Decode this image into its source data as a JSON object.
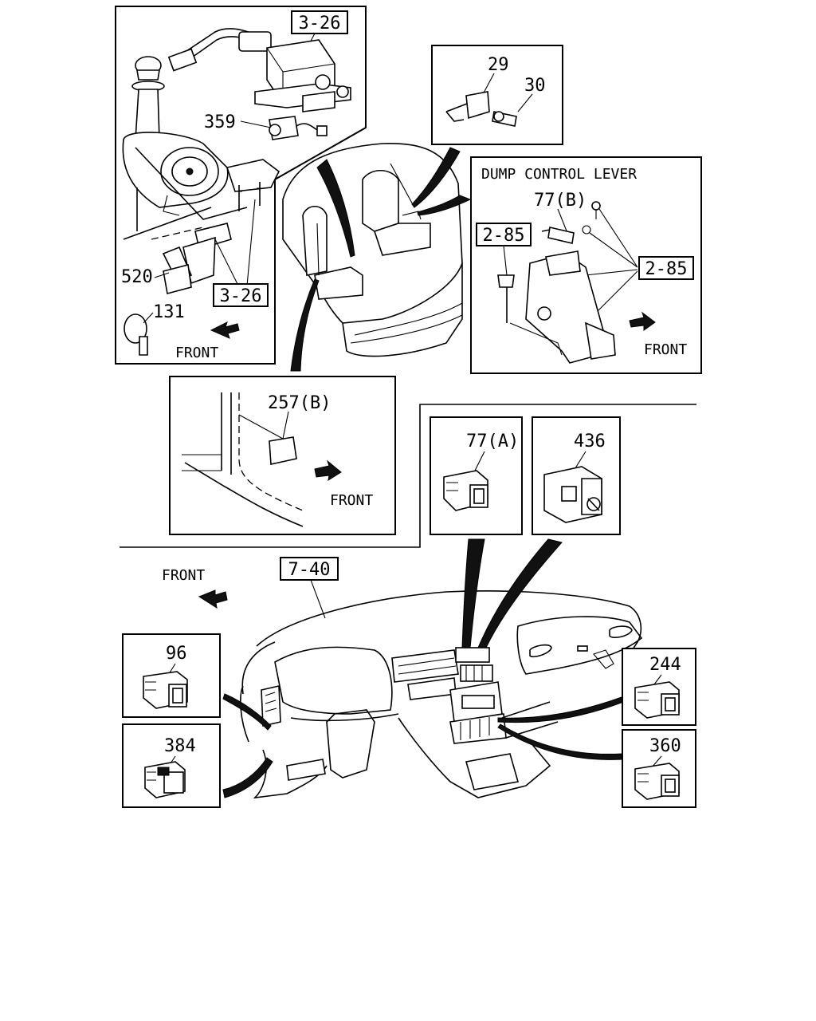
{
  "labels": {
    "ref_3_26_top": "3-26",
    "ref_3_26_bottom": "3-26",
    "p359": "359",
    "p520": "520",
    "p131": "131",
    "p29": "29",
    "p30": "30",
    "dump_title": "DUMP CONTROL LEVER",
    "p77b": "77(B)",
    "ref_2_85_left": "2-85",
    "ref_2_85_right": "2-85",
    "p257b": "257(B)",
    "p77a": "77(A)",
    "p436": "436",
    "ref_7_40": "7-40",
    "p96": "96",
    "p384": "384",
    "p244": "244",
    "p360": "360",
    "front_1": "FRONT",
    "front_2": "FRONT",
    "front_3": "FRONT",
    "front_4": "FRONT"
  }
}
